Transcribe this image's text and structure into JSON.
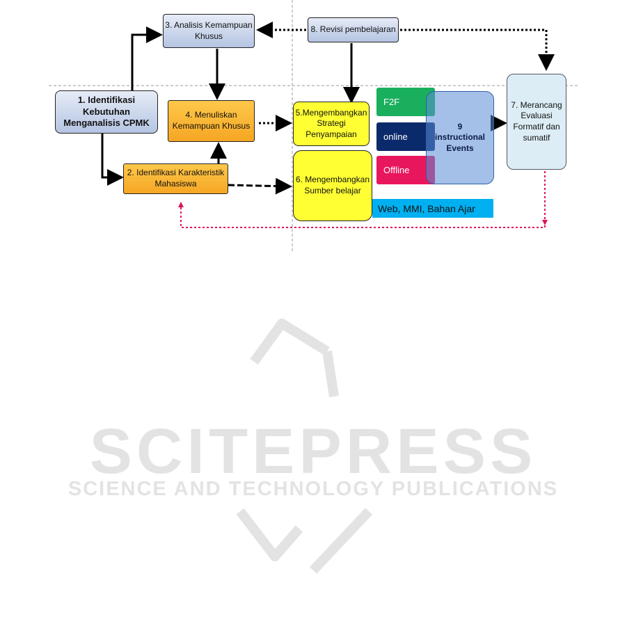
{
  "boxes": {
    "b1": "1. Identifikasi Kebutuhan Menganalisis  CPMK",
    "b2": "2. Identifikasi Karakteristik Mahasiswa",
    "b3": "3. Analisis Kemampuan Khusus",
    "b4": "4. Menuliskan Kemampuan Khusus",
    "b5": "5.Mengembangkan Strategi Penyampaian",
    "b6": "6. Mengembangkan Sumber belajar",
    "b7": "7. Merancang Evaluasi Formatif dan sumatif",
    "b8": "8. Revisi pembelajaran"
  },
  "modes": {
    "f2f": "F2F",
    "online": "online",
    "offline": "Offline"
  },
  "events": {
    "line1": "9",
    "line2": "instructional",
    "line3": "Events"
  },
  "resources": "Web, MMI, Bahan Ajar",
  "watermark": {
    "big": "SCITEPRESS",
    "small": "SCIENCE AND TECHNOLOGY PUBLICATIONS"
  },
  "colors": {
    "f2f": "#1aaf5d",
    "online": "#0b2a6b",
    "offline": "#e8175d",
    "events_overlay": "#5b8dd6",
    "resources_bar": "#00b0f0",
    "feedback_line": "#e0105a"
  }
}
